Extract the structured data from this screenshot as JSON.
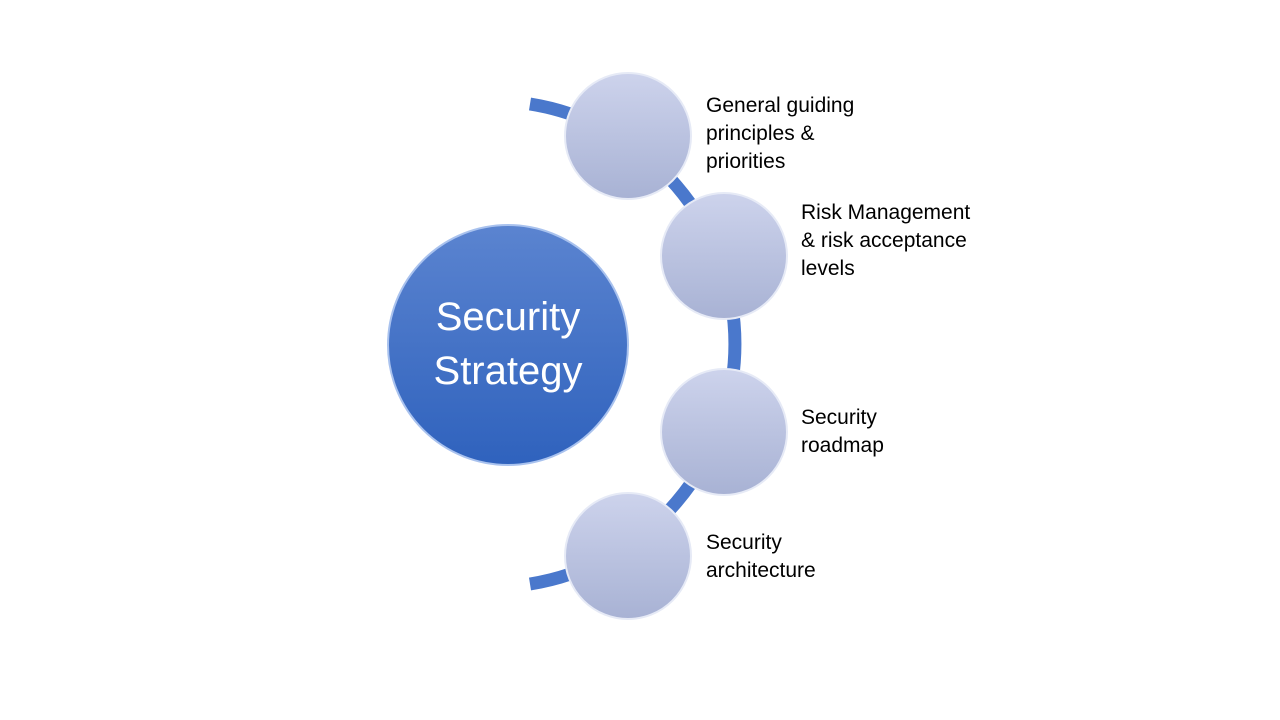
{
  "center": {
    "line1": "Security",
    "line2": "Strategy"
  },
  "items": [
    {
      "label": "General guiding principles & priorities"
    },
    {
      "label": "Risk Management & risk acceptance levels"
    },
    {
      "label": "Security roadmap"
    },
    {
      "label": "Security architecture"
    }
  ],
  "colors": {
    "arc": "#4a78cc",
    "center": "#3d6cc4",
    "node": "#bcc4e2"
  }
}
